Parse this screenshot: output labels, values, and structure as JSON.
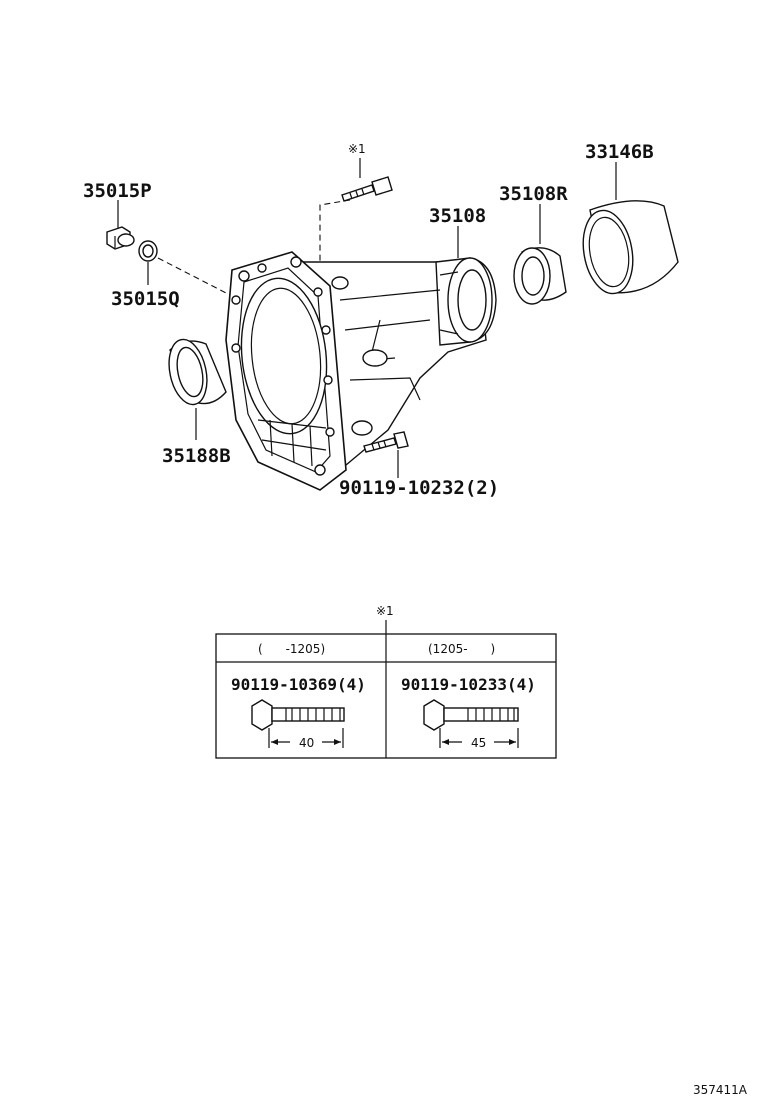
{
  "parts": {
    "p35015P": "35015P",
    "p35015Q": "35015Q",
    "p35188B": "35188B",
    "p35108": "35108",
    "p35108R": "35108R",
    "p33146B": "33146B",
    "p90119_10232": "90119-10232(2)",
    "note_ref": "※1"
  },
  "table": {
    "note_ref": "※1",
    "left_header": "(      -1205)",
    "right_header": "(1205-      )",
    "left_part": "90119-10369(4)",
    "right_part": "90119-10233(4)",
    "left_length": "40",
    "right_length": "45"
  },
  "figure_id": "357411A"
}
